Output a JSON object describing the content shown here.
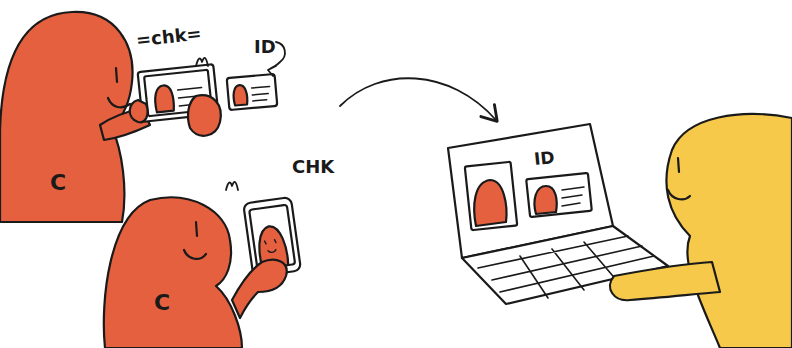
{
  "diagram": {
    "labels": [
      "=chk=",
      "ID",
      "C",
      "CHK",
      "C",
      "ID"
    ]
  }
}
